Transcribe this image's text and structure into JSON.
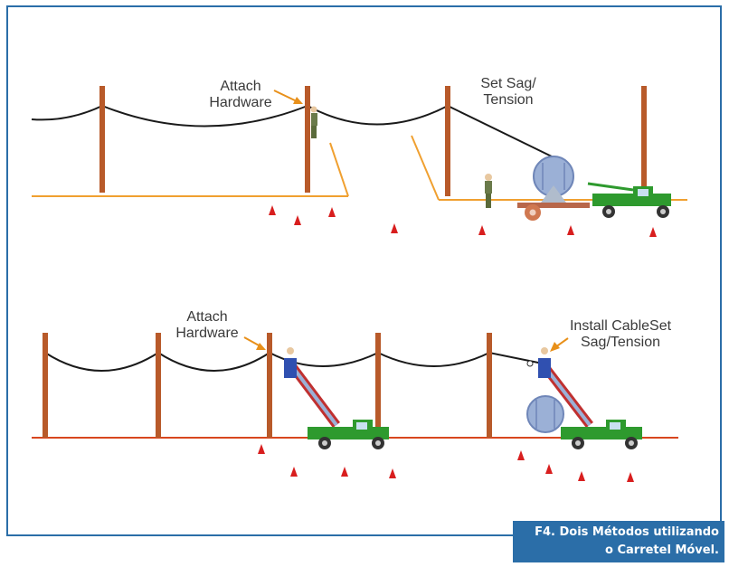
{
  "colors": {
    "frame": "#2b6ea8",
    "pole": "#b85a2a",
    "ground_top": "#f0a030",
    "ground_bottom": "#d8461e",
    "cable": "#1a1a1a",
    "arrow": "#e8901a",
    "truck": "#2e9a2e",
    "cone": "#d81e1e",
    "reel": "#9bb0d6",
    "bucket": "#3050b0"
  },
  "top_scene": {
    "attach_label": "Attach\nHardware",
    "sag_label": "Set Sag/\nTension"
  },
  "bottom_scene": {
    "attach_label": "Attach\nHardware",
    "install_label": "Install CableSet\nSag/Tension"
  },
  "caption": {
    "line1": "F4. Dois Métodos utilizando",
    "line2": "o Carretel Móvel."
  }
}
